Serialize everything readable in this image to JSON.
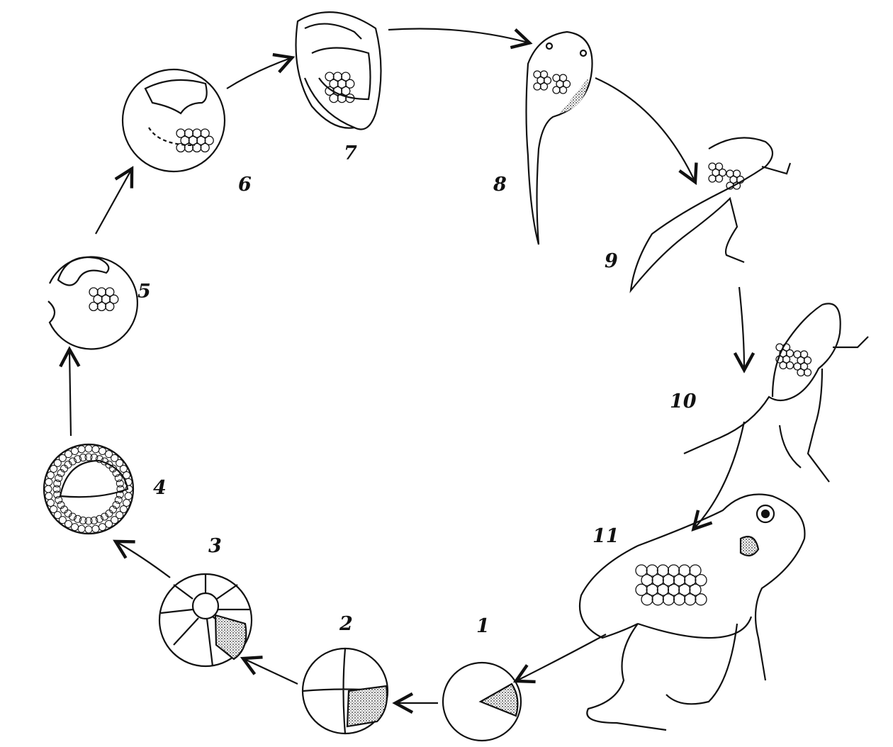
{
  "diagram": {
    "stage_labels": [
      "1",
      "2",
      "3",
      "4",
      "5",
      "6",
      "7",
      "8",
      "9",
      "10",
      "11"
    ]
  }
}
